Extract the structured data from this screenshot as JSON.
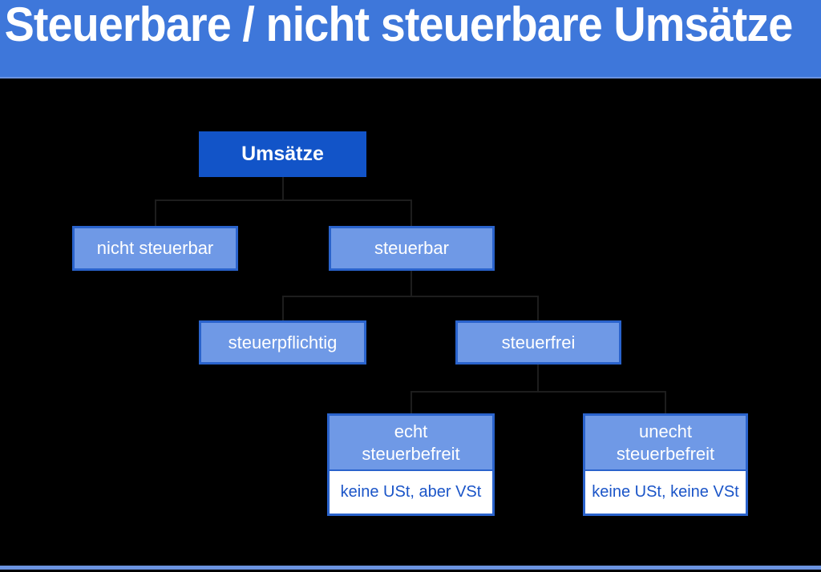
{
  "header": {
    "title": "Steuerbare / nicht steuerbare Umsätze"
  },
  "diagram": {
    "root": {
      "label": "Umsätze"
    },
    "level1": [
      {
        "label": "nicht steuerbar"
      },
      {
        "label": "steuerbar"
      }
    ],
    "level2": [
      {
        "label": "steuerpflichtig"
      },
      {
        "label": "steuerfrei"
      }
    ],
    "level3": [
      {
        "lines": [
          "echt",
          "steuerbefreit"
        ],
        "note": "keine USt, aber VSt"
      },
      {
        "lines": [
          "unecht",
          "steuerbefreit"
        ],
        "note": "keine USt, keine VSt"
      }
    ]
  },
  "colors": {
    "background": "#000000",
    "header_bar": "#3e77da",
    "root_node_fill": "#1254c8",
    "node_fill": "#6f99e6",
    "node_border": "#2a63cc",
    "node_text": "#ffffff",
    "note_text": "#1b55c8",
    "connector": "#1d1d1d",
    "bottom_bar": "#6b93e0"
  }
}
